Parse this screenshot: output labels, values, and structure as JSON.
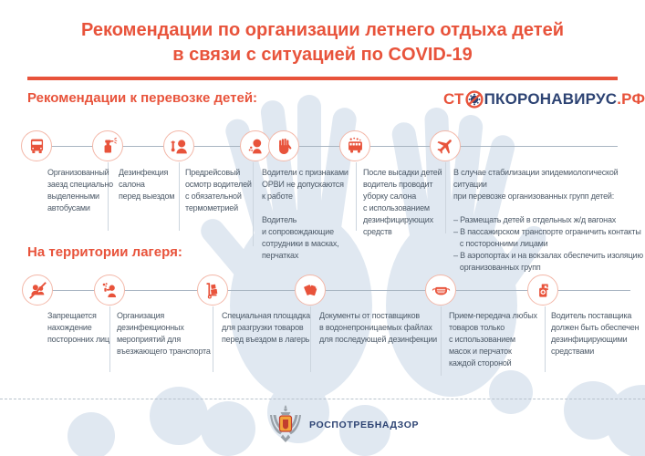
{
  "title": {
    "line1": "Рекомендации по организации летнего отдыха детей",
    "line2": "в связи с ситуацией по COVID-19"
  },
  "stopcoronavirus_logo": {
    "part1": "СТ",
    "virus_icon": "no-virus-icon",
    "part2": "ПКОРОНАВИРУС",
    "part3": ".РФ"
  },
  "sections": [
    {
      "heading": "Рекомендации к перевозке детей:",
      "items": [
        {
          "icon": "bus-icon",
          "text": "Организованный\nзаезд специально\nвыделенными\nавтобусами"
        },
        {
          "icon": "spray-bottle-icon",
          "text": "Дезинфекция\nсалона\nперед выездом"
        },
        {
          "icon": "driver-thermometry-icon",
          "text": "Предрейсовый\nосмотр водителей\nс обязательной\nтермометрией"
        },
        {
          "icon": "sneezing-person-icon glove-icon",
          "text": "Водители с признаками\nОРВИ не допускаются\nк работе\n\nВодитель\nи сопровождающие\nсотрудники в масках,\nперчатках"
        },
        {
          "icon": "bus-cleaning-icon",
          "text": "После высадки детей\nводитель проводит\nуборку салона\nс использованием\nдезинфицирующих\nсредств"
        },
        {
          "icon": "airplane-icon",
          "text": "В случае стабилизации эпидемиологической ситуации\nпри перевозке организованных групп детей:\n\n– Размещать детей в отдельных ж/д вагонах\n– В пассажирском транспорте ограничить контакты\n   с посторонними лицами\n– В аэропортах и на вокзалах обеспечить изоляцию\n   организованных групп"
        }
      ]
    },
    {
      "heading": "На территории лагеря:",
      "items": [
        {
          "icon": "no-strangers-icon",
          "text": "Запрещается\nнахождение\nпосторонних лиц"
        },
        {
          "icon": "transport-disinfection-icon",
          "text": "Организация\nдезинфекционных\nмероприятий для\nвъезжающего транспорта"
        },
        {
          "icon": "hand-truck-icon",
          "text": "Специальная площадка\nдля разгрузки товаров\nперед въездом в лагерь"
        },
        {
          "icon": "documents-icon",
          "text": "Документы от поставщиков\nв водонепроницаемых файлах\nдля последующей дезинфекции"
        },
        {
          "icon": "face-mask-icon",
          "text": "Прием-передача любых\nтоваров только\nс использованием\nмасок и перчаток\nкаждой стороной"
        },
        {
          "icon": "sanitizer-dispenser-icon",
          "text": "Водитель поставщика\nдолжен быть обеспечен\nдезинфицирующими\nсредствами"
        }
      ]
    }
  ],
  "footer": {
    "agency": "РОСПОТРЕБНАДЗОР",
    "emblem_icon": "rospotrebnadzor-emblem-icon"
  },
  "colors": {
    "accent": "#e8533b",
    "navy": "#2d4373",
    "body_text": "#4d5a68",
    "watermark": "#e0e8f1"
  }
}
